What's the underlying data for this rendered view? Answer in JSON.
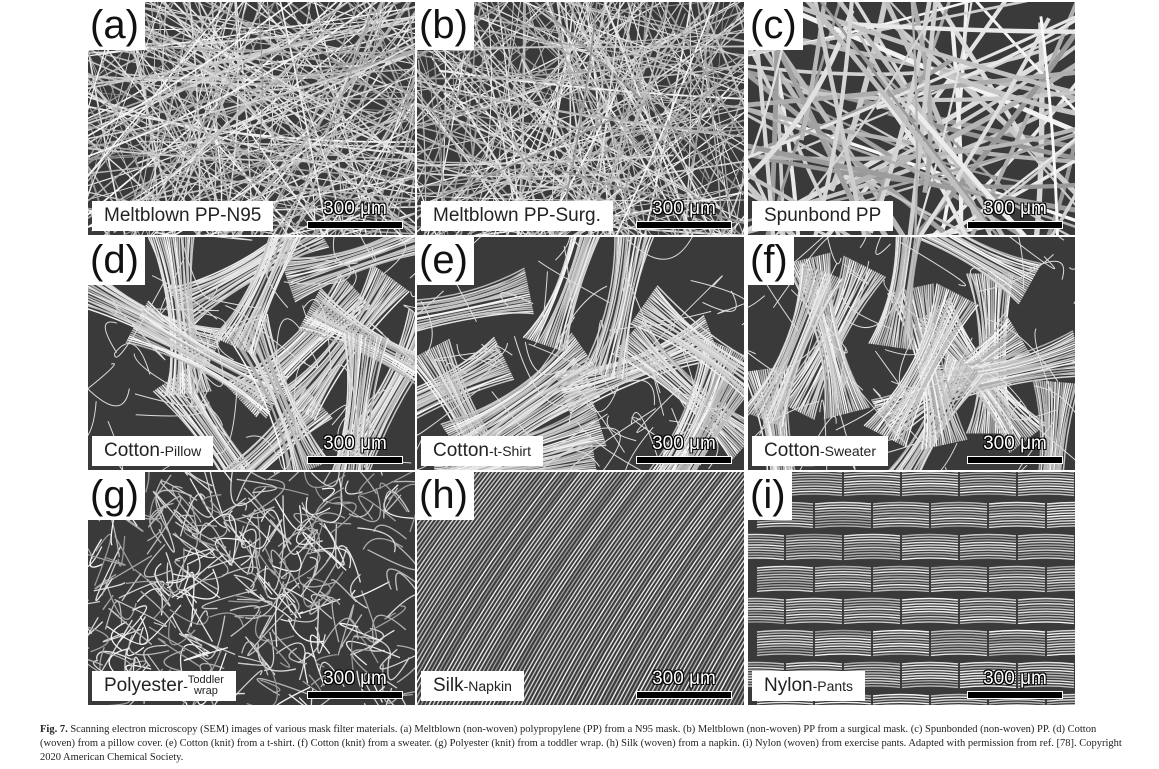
{
  "panels": [
    {
      "letter": "(a)",
      "name": "Meltblown PP-N95",
      "scale": "300 μm",
      "style": "random-fine"
    },
    {
      "letter": "(b)",
      "name": "Meltblown PP-Surg.",
      "scale": "300 μm",
      "style": "random-fine"
    },
    {
      "letter": "(c)",
      "name": "Spunbond PP",
      "scale": "300 μm",
      "style": "random-thick"
    },
    {
      "letter": "(d)",
      "name": "Cotton",
      "name_sub": "-Pillow",
      "scale": "300 μm",
      "style": "bundles"
    },
    {
      "letter": "(e)",
      "name": "Cotton",
      "name_sub": "-t-Shirt",
      "scale": "300 μm",
      "style": "bundles"
    },
    {
      "letter": "(f)",
      "name": "Cotton",
      "name_sub": "-Sweater",
      "scale": "300 μm",
      "style": "bundles"
    },
    {
      "letter": "(g)",
      "name": "Polyester",
      "name_sub": "-",
      "name_sub2a": "Toddler",
      "name_sub2b": "wrap",
      "scale": "300 μm",
      "style": "curly"
    },
    {
      "letter": "(h)",
      "name": "Silk",
      "name_sub": "-Napkin",
      "scale": "300 μm",
      "style": "diagonal"
    },
    {
      "letter": "(i)",
      "name": "Nylon",
      "name_sub": "-Pants",
      "scale": "300 μm",
      "style": "weave"
    }
  ],
  "caption": {
    "label": "Fig. 7.",
    "text": "Scanning electron microscopy (SEM) images of various mask filter materials. (a) Meltblown (non-woven) polypropylene (PP) from a N95 mask. (b) Meltblown (non-woven) PP from a surgical mask. (c) Spunbonded (non-woven) PP. (d) Cotton (woven) from a pillow cover. (e) Cotton (knit) from a t-shirt. (f) Cotton (knit) from a sweater. (g) Polyester (knit) from a toddler wrap. (h) Silk (woven) from a napkin. (i) Nylon (woven) from exercise pants. Adapted with permission from ref. [78]. Copyright 2020 American Chemical Society."
  }
}
